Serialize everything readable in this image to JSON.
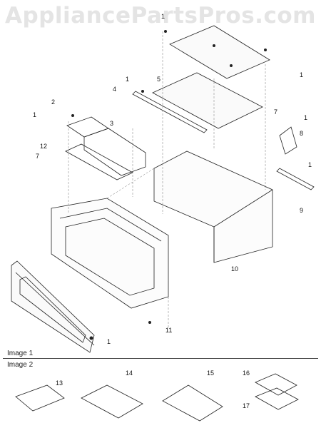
{
  "watermark": "AppliancePartsPros.com",
  "captions": {
    "image1": "Image 1",
    "image2": "Image 2"
  },
  "callouts": {
    "c1a": "1",
    "c1b": "1",
    "c1c": "1",
    "c1d": "1",
    "c1e": "1",
    "c1f": "1",
    "c1g": "1",
    "c2": "2",
    "c3": "3",
    "c4": "4",
    "c5": "5",
    "c7a": "7",
    "c7b": "7",
    "c8": "8",
    "c9": "9",
    "c10": "10",
    "c11": "11",
    "c12": "12",
    "c13": "13",
    "c14": "14",
    "c15": "15",
    "c16": "16",
    "c17": "17"
  }
}
